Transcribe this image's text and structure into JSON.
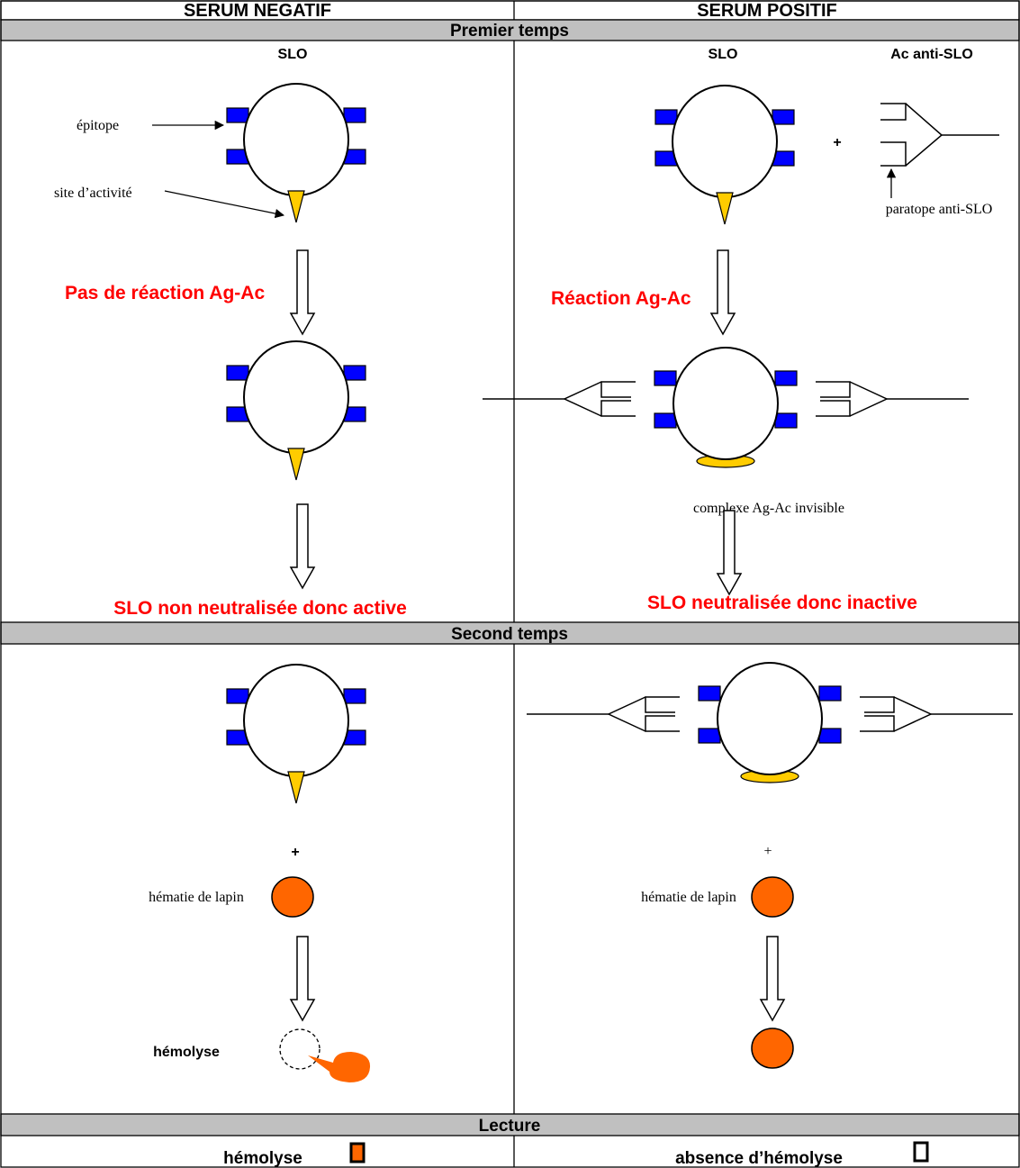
{
  "headers": {
    "negative": "SERUM NEGATIF",
    "positive": "SERUM POSITIF"
  },
  "sections": {
    "first": "Premier temps",
    "second": "Second temps",
    "reading": "Lecture"
  },
  "first_step": {
    "neg": {
      "slo_label": "SLO",
      "epitope_label": "épitope",
      "site_label": "site d’activité",
      "reaction": "Pas de réaction Ag-Ac",
      "result": "SLO non neutralisée donc active"
    },
    "pos": {
      "slo_label": "SLO",
      "antibody_label": "Ac anti-SLO",
      "plus": "+",
      "paratope_label": "paratope anti-SLO",
      "reaction": "Réaction Ag-Ac",
      "complex_label": "complexe Ag-Ac  invisible",
      "result": "SLO neutralisée donc inactive"
    }
  },
  "second_step": {
    "neg": {
      "plus": "+",
      "rbc_label": "hématie de lapin",
      "hemolysis_label": "hémolyse"
    },
    "pos": {
      "plus": "+",
      "rbc_label": "hématie de lapin"
    }
  },
  "reading": {
    "neg": "hémolyse",
    "pos": "absence d’hémolyse"
  },
  "colors": {
    "epitope": "#0000ff",
    "active_site": "#ffcc00",
    "red_blood_cell": "#ff6600",
    "highlight_text": "#ff0000",
    "section_band": "#c0c0c0"
  }
}
